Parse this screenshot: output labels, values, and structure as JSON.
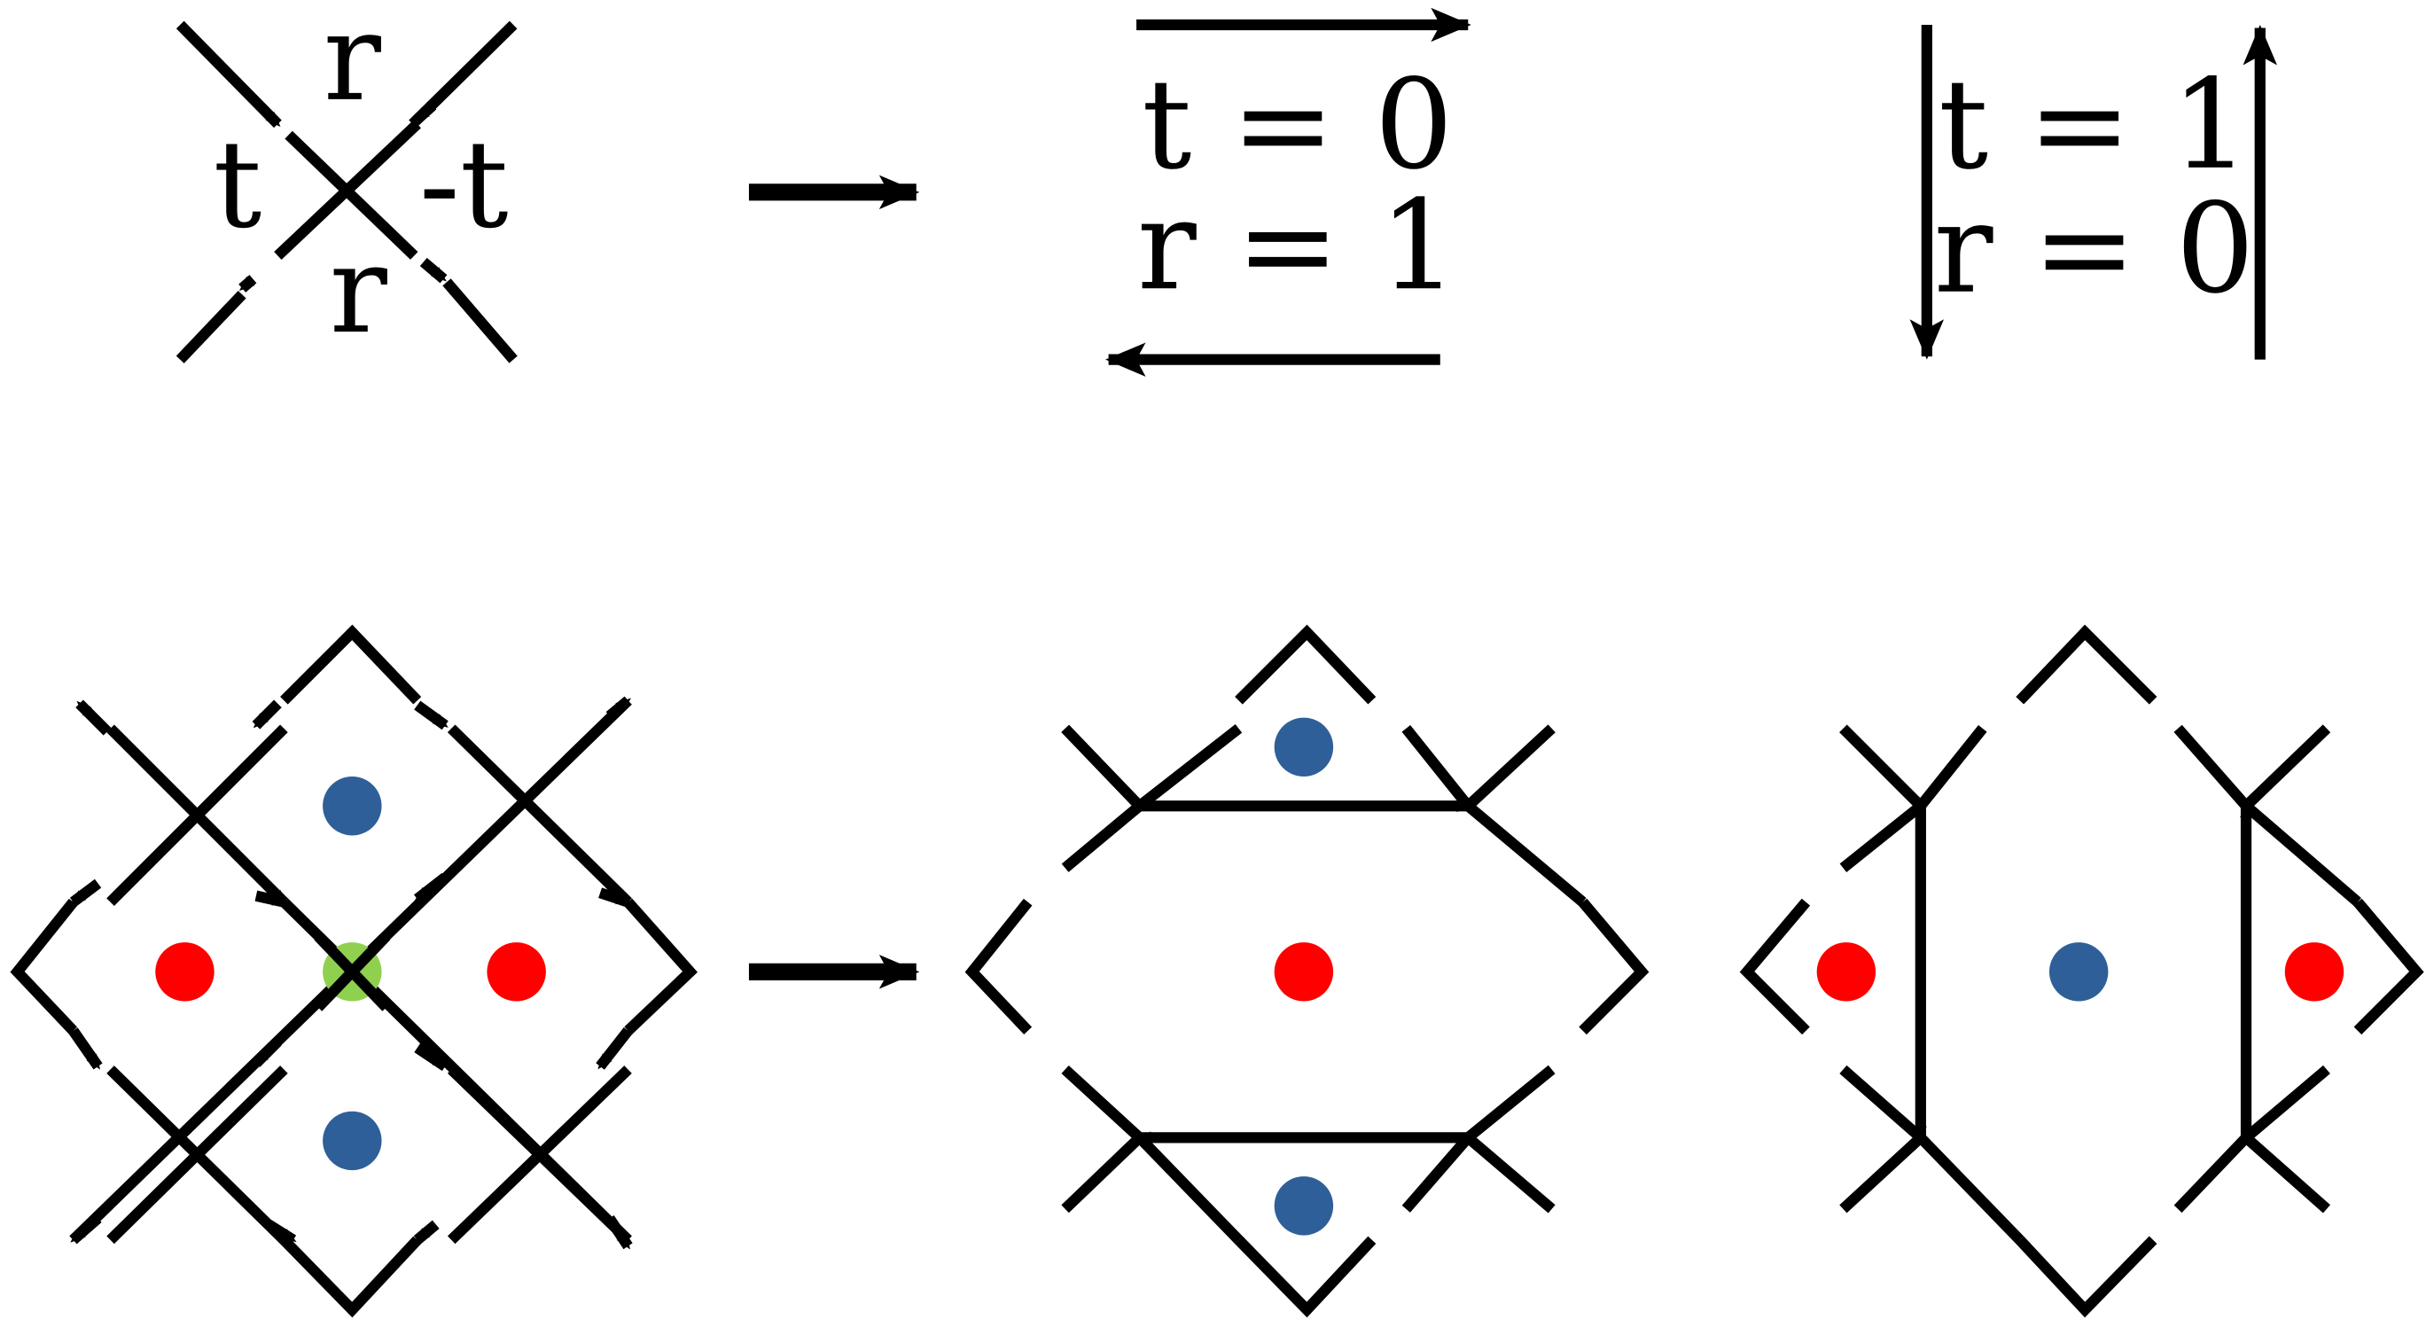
{
  "node_labels": {
    "top": "r",
    "left": "t",
    "right": "-t",
    "bottom": "r"
  },
  "limit_horizontal": {
    "t_label": "t = 0",
    "r_label": "r = 1"
  },
  "limit_vertical": {
    "t_label": "t = 1",
    "r_label": "r = 0"
  },
  "colors": {
    "line": "#000000",
    "red_dot": "#ff0000",
    "blue_dot": "#2f5f98",
    "green_dot": "#8fd14f"
  }
}
